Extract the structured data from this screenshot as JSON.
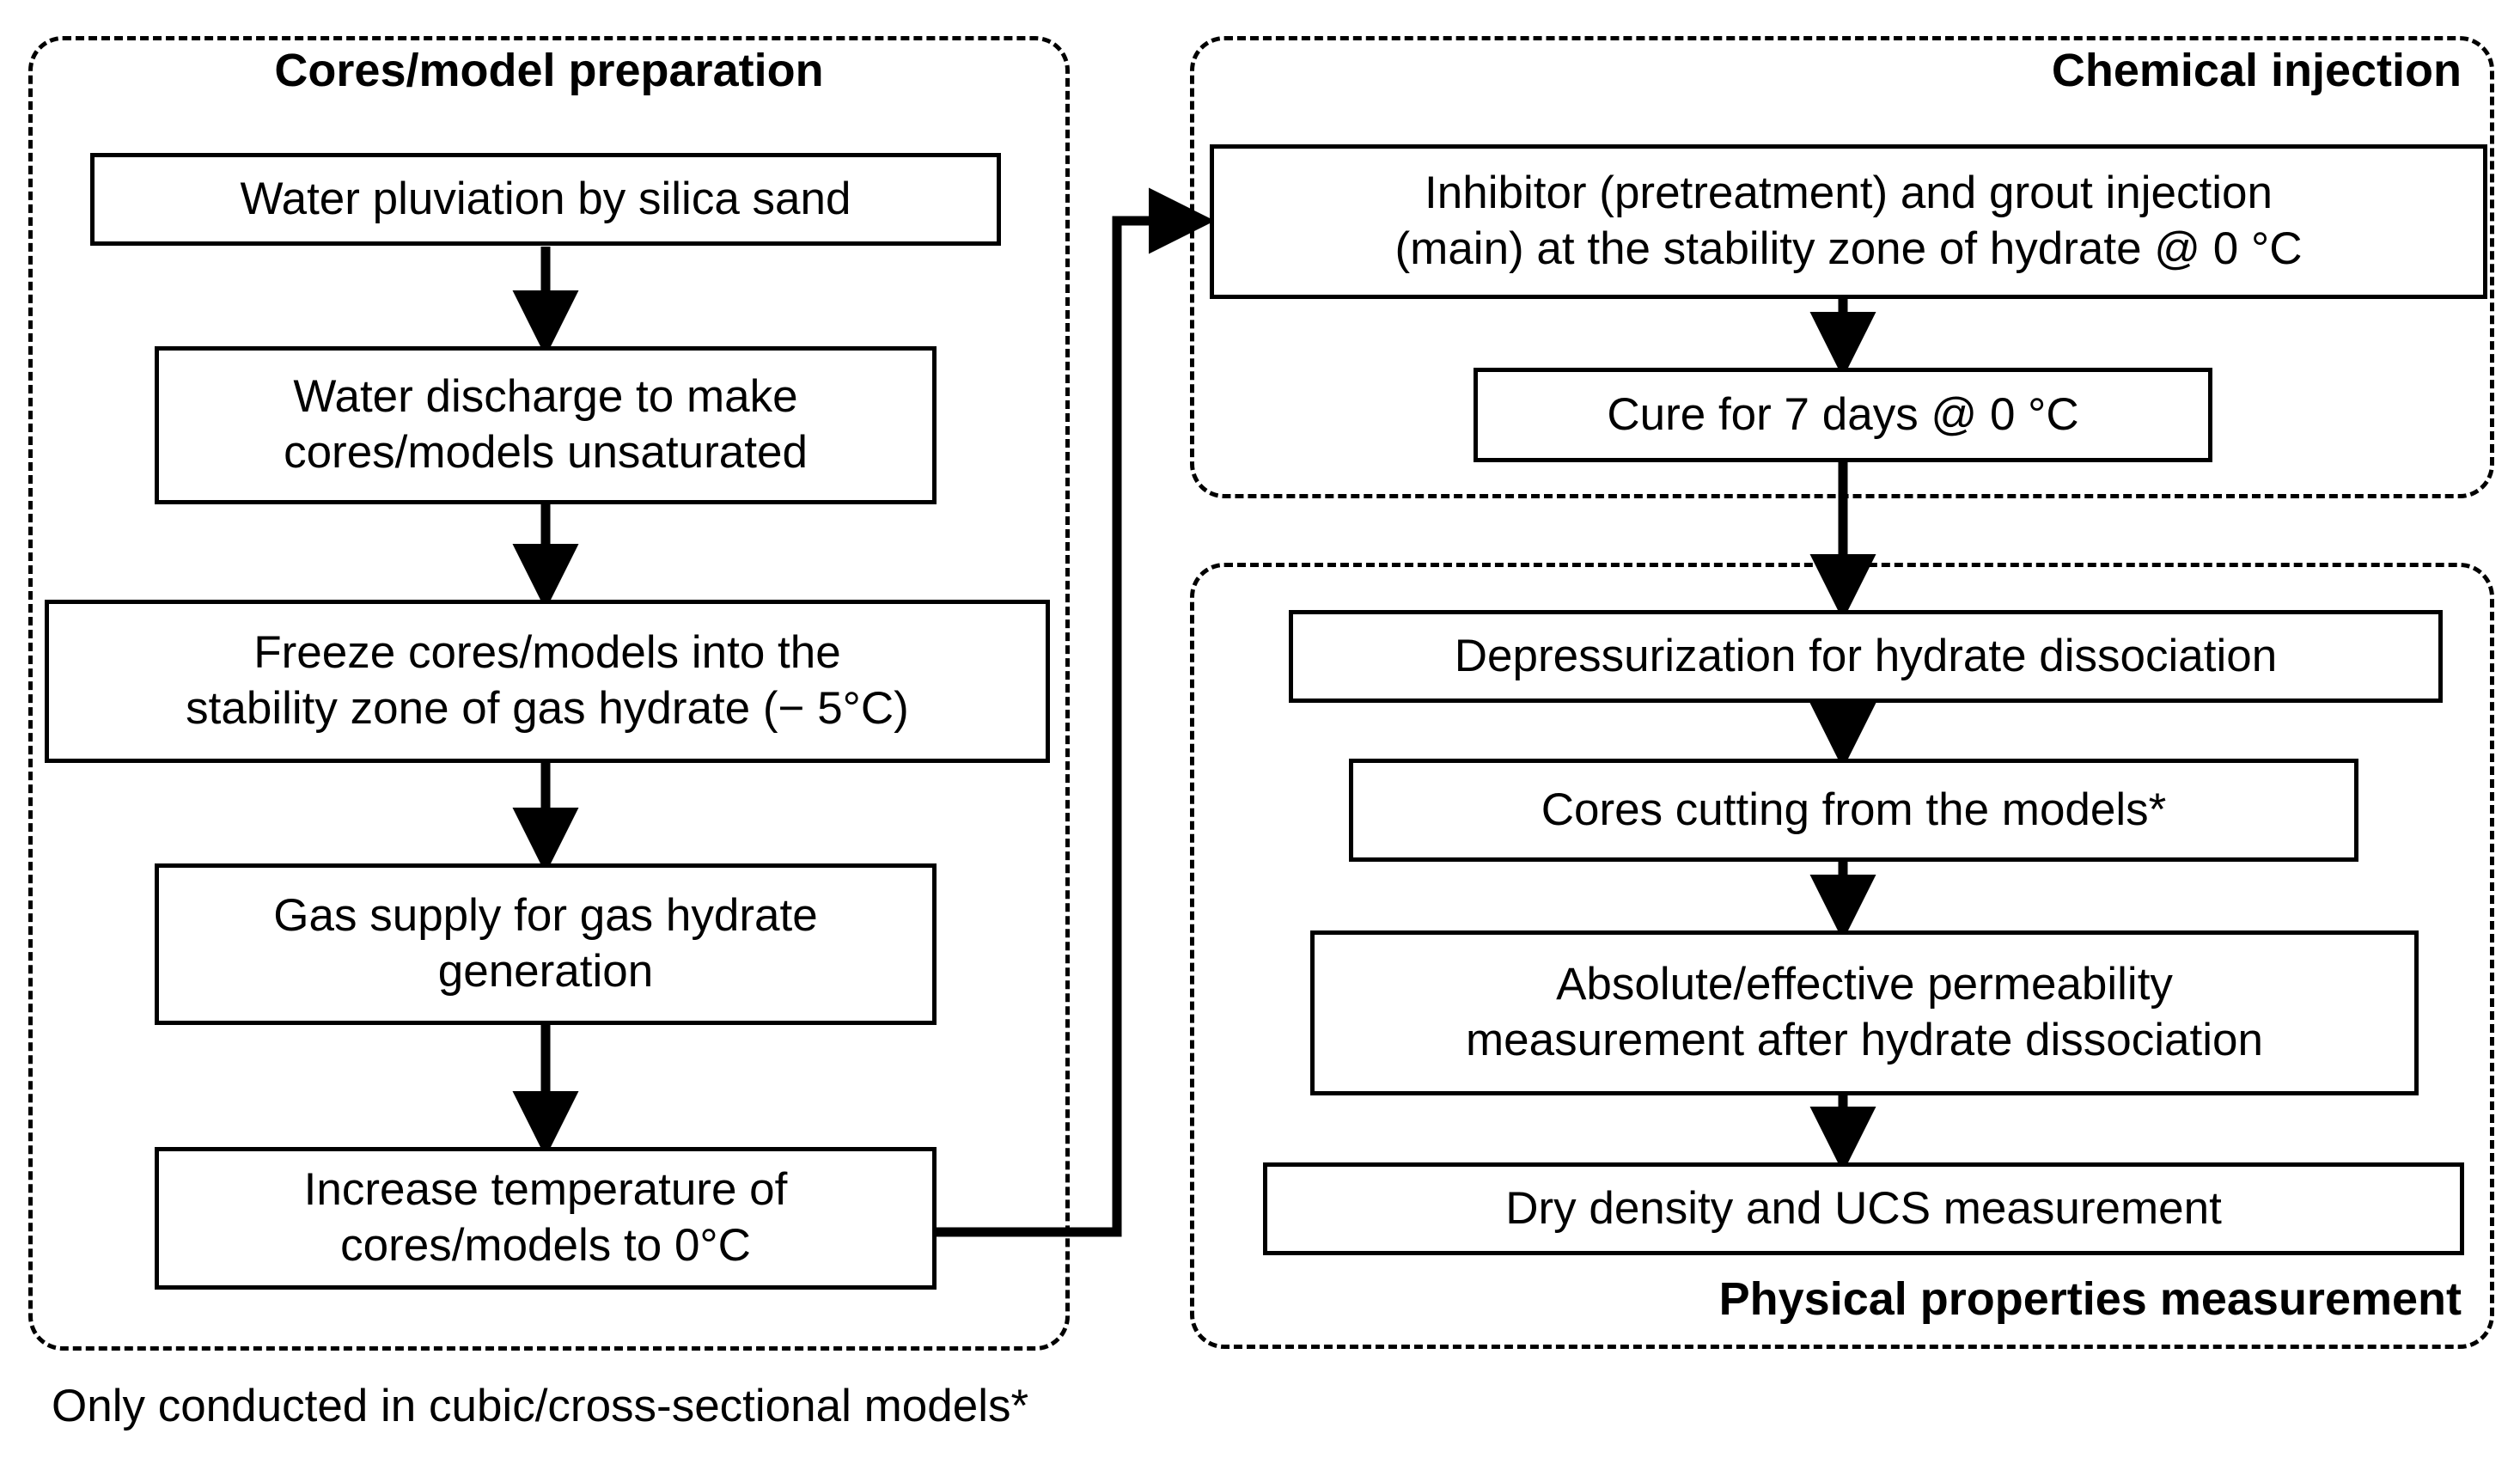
{
  "diagram": {
    "title_left_panel": "Cores/model preparation",
    "title_top_right_panel": "Chemical injection",
    "title_bottom_right_panel": "Physical properties measurement",
    "footnote": "Only conducted in cubic/cross-sectional models*",
    "colors": {
      "stroke": "#000000",
      "background": "#ffffff"
    }
  },
  "left_panel": {
    "steps": [
      {
        "id": "water-pluviation",
        "label": "Water pluviation by silica sand"
      },
      {
        "id": "water-discharge",
        "label": "Water discharge to make\ncores/models unsaturated"
      },
      {
        "id": "freeze-cores",
        "label": "Freeze cores/models into the\nstability zone of gas hydrate (− 5°C)"
      },
      {
        "id": "gas-supply",
        "label": "Gas supply for gas hydrate\ngeneration"
      },
      {
        "id": "increase-temperature",
        "label": "Increase temperature of\ncores/models to 0°C"
      }
    ]
  },
  "top_right_panel": {
    "steps": [
      {
        "id": "inhibitor-grout-injection",
        "label": "Inhibitor (pretreatment) and grout injection\n(main) at the stability zone of hydrate @ 0 °C"
      },
      {
        "id": "cure-7-days",
        "label": "Cure for 7 days @ 0 °C"
      }
    ]
  },
  "bottom_right_panel": {
    "steps": [
      {
        "id": "depressurization",
        "label": "Depressurization for hydrate dissociation"
      },
      {
        "id": "cores-cutting",
        "label": "Cores cutting from the models*"
      },
      {
        "id": "permeability-measurement",
        "label": "Absolute/effective permeability\nmeasurement after hydrate dissociation"
      },
      {
        "id": "dry-density-ucs",
        "label": "Dry density and UCS measurement"
      }
    ]
  }
}
